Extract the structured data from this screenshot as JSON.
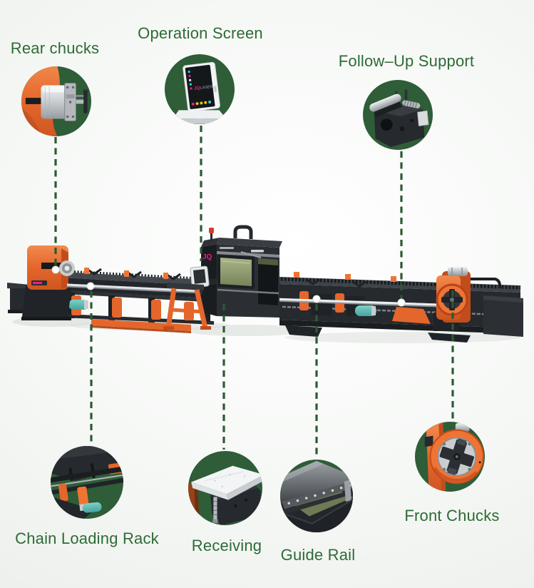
{
  "diagram": {
    "type": "product-feature-callouts",
    "subject": "laser tube cutting machine"
  },
  "colors": {
    "accent_orange": "#e4662b",
    "brand_pink": "#ea1e8c",
    "callout_circle_green": "#2e5d37",
    "connector_green": "#2c5a33",
    "label_green": "#2d6b35",
    "machine_dark": "#26292e",
    "window_olive": "#97a37b",
    "teal_roller": "#5fbdb5"
  },
  "machine": {
    "logo_text": "JQ",
    "screen_logo_prefix": "JQ",
    "screen_logo_suffix": "LASER"
  },
  "callouts": [
    {
      "id": "rear-chucks",
      "label": "Rear chucks",
      "icon": "rear-chuck-photo"
    },
    {
      "id": "operation-screen",
      "label": "Operation Screen",
      "icon": "operation-screen-photo"
    },
    {
      "id": "follow-up-support",
      "label": "Follow–Up Support",
      "icon": "follow-up-support-photo"
    },
    {
      "id": "chain-loading-rack",
      "label": "Chain Loading Rack",
      "icon": "chain-loading-rack-photo"
    },
    {
      "id": "receiving",
      "label": "Receiving",
      "icon": "receiving-photo"
    },
    {
      "id": "guide-rail",
      "label": "Guide Rail",
      "icon": "guide-rail-photo"
    },
    {
      "id": "front-chucks",
      "label": "Front Chucks",
      "icon": "front-chucks-photo"
    }
  ]
}
